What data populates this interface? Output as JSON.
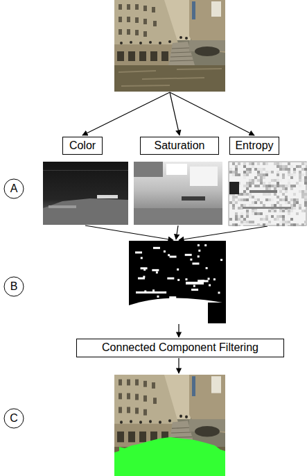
{
  "diagram": {
    "nodes": [
      {
        "text": [
          "Color"
        ]
      },
      {
        "text": [
          "Saturation"
        ]
      },
      {
        "text": [
          "Entropy"
        ]
      },
      {
        "text": [
          "A"
        ]
      },
      {
        "text": [
          "B"
        ]
      },
      {
        "text": [
          "Connected Component Filtering"
        ]
      },
      {
        "text": [
          "C"
        ]
      }
    ]
  }
}
